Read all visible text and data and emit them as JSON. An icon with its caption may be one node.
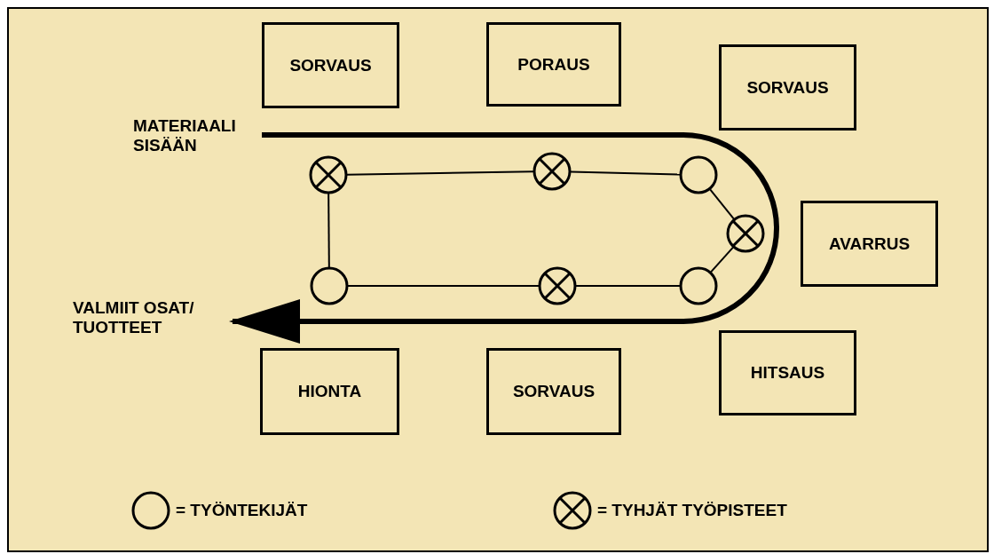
{
  "diagram": {
    "nodes": [
      {
        "text": [
          "SORVAUS"
        ]
      },
      {
        "text": [
          "PORAUS"
        ]
      },
      {
        "text": [
          "SORVAUS"
        ]
      },
      {
        "text": [
          "MATERIAALI SISÄÄN"
        ]
      },
      {
        "text": [],
        "shape": "crossed-circle"
      },
      {
        "text": [],
        "shape": "crossed-circle"
      },
      {
        "text": [],
        "shape": "circle"
      },
      {
        "text": [
          "AVARRUS"
        ]
      },
      {
        "text": [],
        "shape": "crossed-circle"
      },
      {
        "text": [],
        "shape": "circle"
      },
      {
        "text": [],
        "shape": "crossed-circle"
      },
      {
        "text": [],
        "shape": "circle"
      },
      {
        "text": [
          "VALMIIT OSAT/ TUOTTEET"
        ]
      },
      {
        "text": [
          "HIONTA"
        ]
      },
      {
        "text": [
          "SORVAUS"
        ]
      },
      {
        "text": [
          "HITSAUS"
        ]
      }
    ],
    "edges": [
      {
        "from": 3,
        "to": 12,
        "arrow": "to",
        "style": "thick"
      },
      {
        "from": 4,
        "to": 5,
        "arrow": "none"
      },
      {
        "from": 5,
        "to": 6,
        "arrow": "none"
      },
      {
        "from": 6,
        "to": 8,
        "arrow": "none"
      },
      {
        "from": 8,
        "to": 11,
        "arrow": "none"
      },
      {
        "from": 11,
        "to": 10,
        "arrow": "none"
      },
      {
        "from": 10,
        "to": 9,
        "arrow": "none"
      },
      {
        "from": 9,
        "to": 4,
        "arrow": "none"
      }
    ],
    "legend": [
      {
        "text": "= TYÖNTEKIJÄT"
      },
      {
        "text": "= TYHJÄT TYÖPISTEET"
      }
    ]
  }
}
